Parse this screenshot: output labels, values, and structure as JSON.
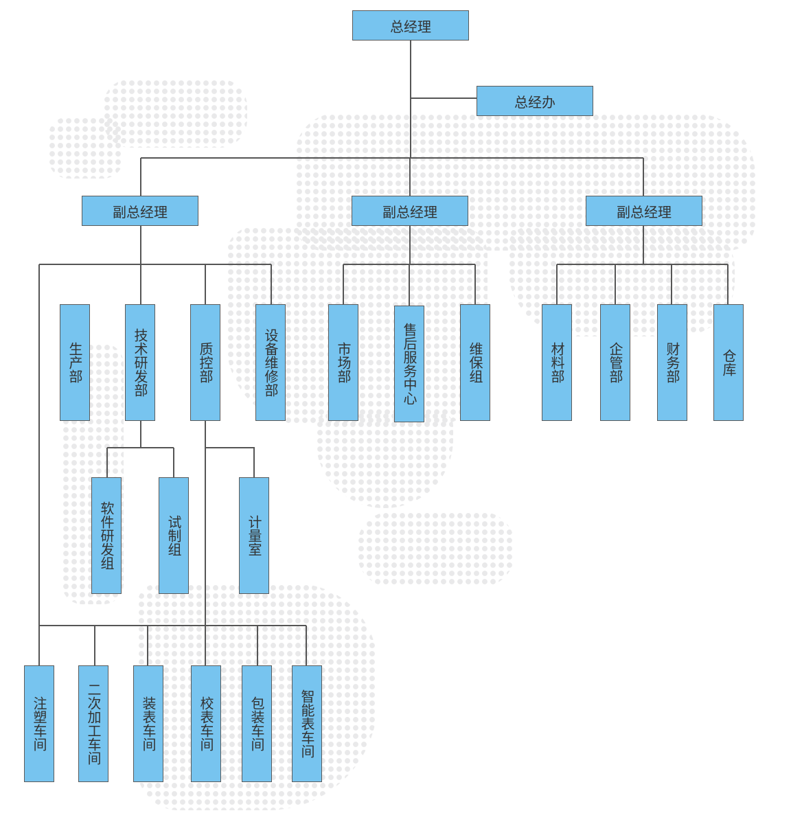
{
  "colors": {
    "box_fill": "#77c4ef",
    "line": "#555555",
    "dots": "#e9e9ea"
  },
  "ceo": "总经理",
  "office": "总经办",
  "vps": [
    "副总经理",
    "副总经理",
    "副总经理"
  ],
  "depts_vp1": [
    "生产部",
    "技术研发部",
    "质控部",
    "设备维修部"
  ],
  "depts_vp2": [
    "市场部",
    "售后服务中心",
    "维保组"
  ],
  "depts_vp3": [
    "材料部",
    "企管部",
    "财务部",
    "仓库"
  ],
  "tech_groups": [
    "软件研发组",
    "试制组"
  ],
  "qc_groups": [
    "计量室"
  ],
  "workshops": [
    "注塑车间",
    "二次加工车间",
    "装表车间",
    "校表车间",
    "包装车间",
    "智能表车间"
  ]
}
